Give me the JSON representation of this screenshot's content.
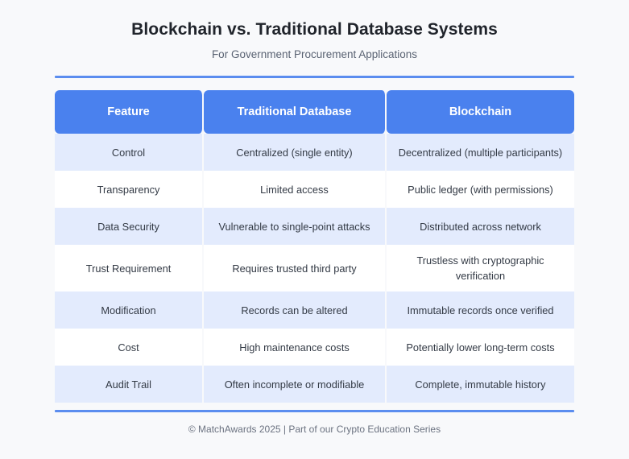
{
  "header": {
    "title": "Blockchain vs. Traditional Database Systems",
    "subtitle": "For Government Procurement Applications"
  },
  "table": {
    "columns": [
      "Feature",
      "Traditional Database",
      "Blockchain"
    ],
    "rows": [
      {
        "feature": "Control",
        "traditional": "Centralized (single entity)",
        "blockchain": "Decentralized (multiple participants)"
      },
      {
        "feature": "Transparency",
        "traditional": "Limited access",
        "blockchain": "Public ledger (with permissions)"
      },
      {
        "feature": "Data Security",
        "traditional": "Vulnerable to single-point attacks",
        "blockchain": "Distributed across network"
      },
      {
        "feature": "Trust Requirement",
        "traditional": "Requires trusted third party",
        "blockchain": "Trustless with cryptographic verification"
      },
      {
        "feature": "Modification",
        "traditional": "Records can be altered",
        "blockchain": "Immutable records once verified"
      },
      {
        "feature": "Cost",
        "traditional": "High maintenance costs",
        "blockchain": "Potentially lower long-term costs"
      },
      {
        "feature": "Audit Trail",
        "traditional": "Often incomplete or modifiable",
        "blockchain": "Complete, immutable history"
      }
    ]
  },
  "footer": {
    "text": "© MatchAwards 2025 | Part of our Crypto Education Series"
  },
  "colors": {
    "page_background": "#f8f9fb",
    "header_blue": "#4a81ee",
    "rule_blue": "#5b8def",
    "row_alt": "#e3ebfd",
    "row_base": "#ffffff",
    "title_text": "#20242b",
    "subtitle_text": "#5a6373",
    "body_text": "#333a45",
    "footer_text": "#6b7280"
  }
}
